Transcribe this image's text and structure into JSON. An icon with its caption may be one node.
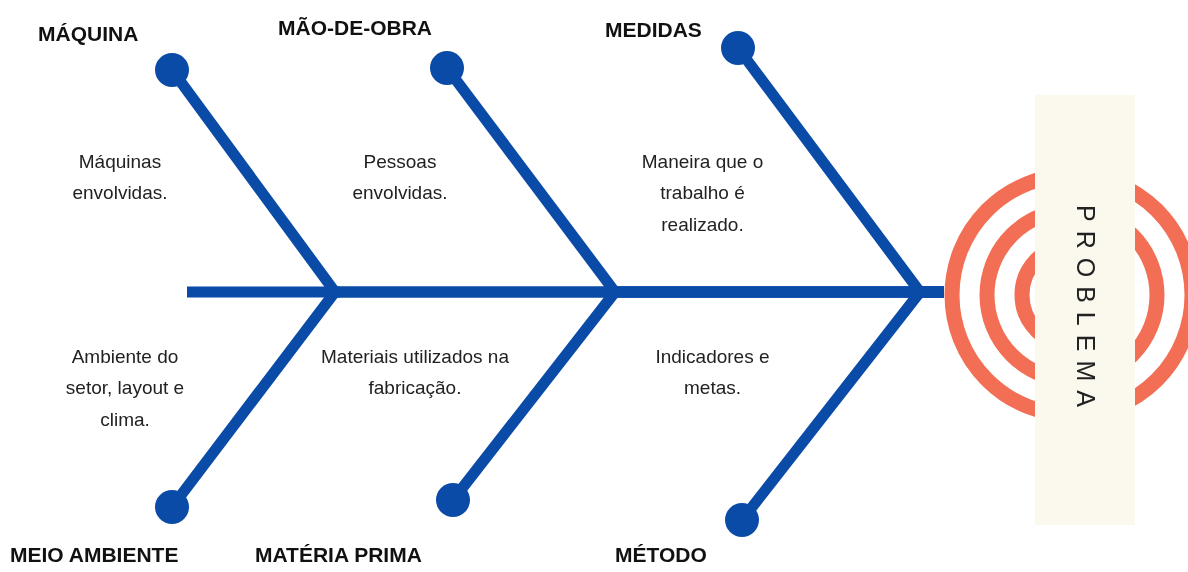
{
  "diagram": {
    "nodes": [
      {
        "text": [
          "MÁQUINA"
        ]
      },
      {
        "text": [
          "MÃO-DE-OBRA"
        ]
      },
      {
        "text": [
          "MEDIDAS"
        ]
      },
      {
        "text": [
          "MEIO AMBIENTE"
        ]
      },
      {
        "text": [
          "MATÉRIA PRIMA"
        ]
      },
      {
        "text": [
          "MÉTODO"
        ]
      },
      {
        "text": [
          "PROBLEMA"
        ]
      }
    ],
    "edges": [
      {
        "from": 0,
        "to": 6,
        "arrow": "other"
      },
      {
        "from": 1,
        "to": 6,
        "arrow": "other"
      },
      {
        "from": 2,
        "to": 6,
        "arrow": "other"
      },
      {
        "from": 3,
        "to": 6,
        "arrow": "other"
      },
      {
        "from": 4,
        "to": 6,
        "arrow": "other"
      },
      {
        "from": 5,
        "to": 6,
        "arrow": "other"
      }
    ],
    "labels": [
      "Máquinas envolvidas.",
      "Pessoas envolvidas.",
      "Maneira que o trabalho é realizado.",
      "Ambiente do setor, layout e clima.",
      "Materiais utilizados na fabricação.",
      "Indicadores e metas."
    ]
  }
}
